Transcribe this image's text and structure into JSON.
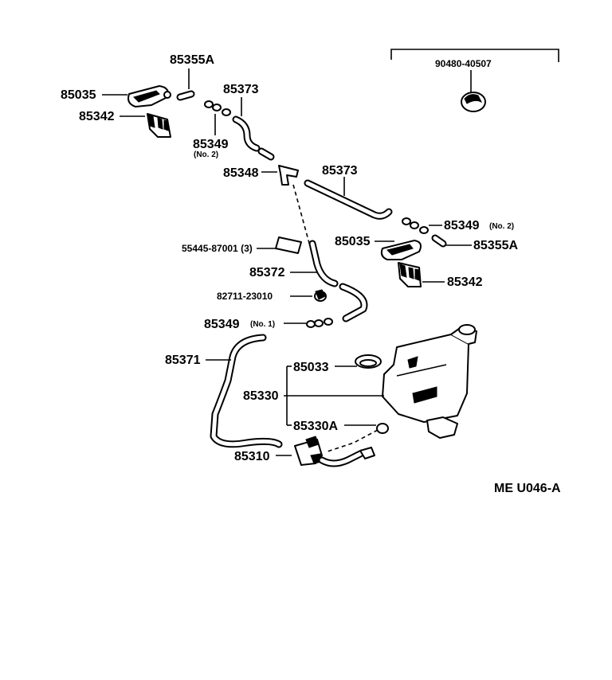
{
  "labels": {
    "p85355a_top": "85355A",
    "p85035_top": "85035",
    "p85373_upper": "85373",
    "p85342_top": "85342",
    "p85349_top": "85349",
    "p85349_top_sub": "(No. 2)",
    "p90480": "90480-40507",
    "p85348": "85348",
    "p85373_lower": "85373",
    "p85349_right": "85349",
    "p85349_right_sub": "(No. 2)",
    "p85035_right": "85035",
    "p85355a_right": "85355A",
    "p55445": "55445-87001 (3)",
    "p85372": "85372",
    "p85342_right": "85342",
    "p82711": "82711-23010",
    "p85349_mid": "85349",
    "p85349_mid_sub": "(No. 1)",
    "p85371": "85371",
    "p85033": "85033",
    "p85330": "85330",
    "p85330a": "85330A",
    "p85310": "85310",
    "diagram_code": "ME U046-A"
  }
}
